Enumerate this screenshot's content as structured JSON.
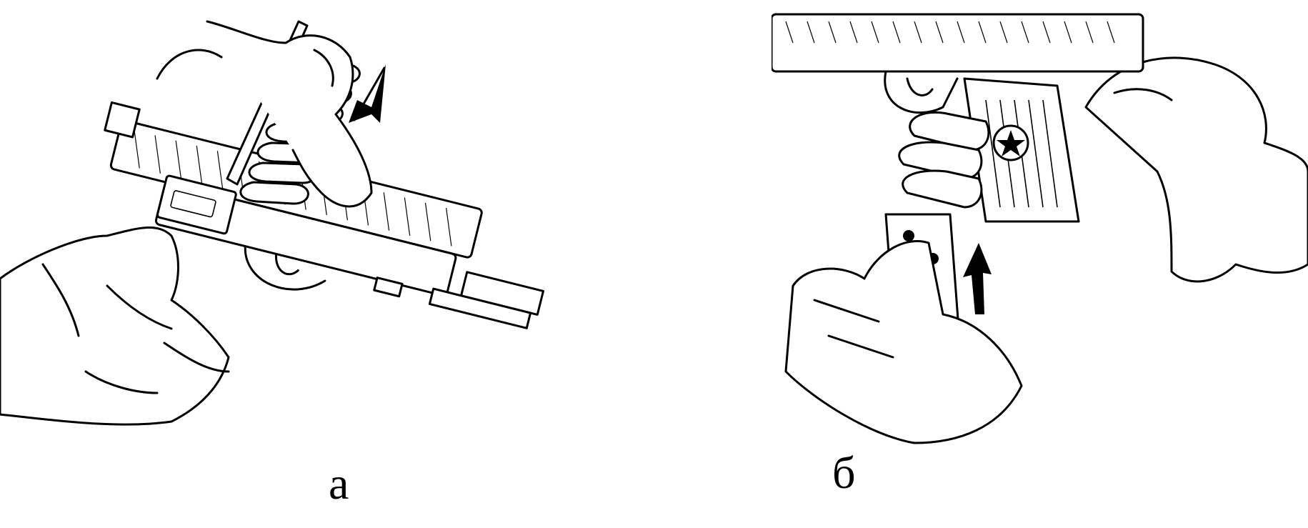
{
  "figure": {
    "panels": [
      {
        "id": "a",
        "caption": "а"
      },
      {
        "id": "b",
        "caption": "б"
      }
    ]
  }
}
